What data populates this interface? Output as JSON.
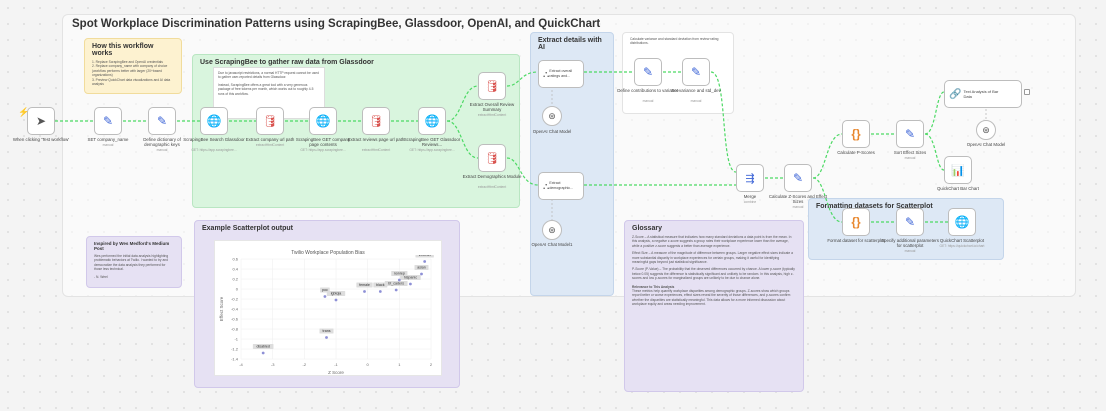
{
  "workflow_title": "Spot Workplace Discrimination Patterns using ScrapingBee, Glassdoor, OpenAI, and QuickChart",
  "colors": {
    "connection": "#4cd964",
    "node_border": "#bdbdbd",
    "trigger": "#ff6d5a"
  },
  "notes": {
    "how_title": "How this workflow works",
    "how_steps": [
      "1. Replace ScrapingBee and OpenAI credentials",
      "2. Replace company_name with company of choice (workflow performs better with larger (20+based organizations)",
      "3. Preview QuickChart data visualizations and AI data analysis"
    ],
    "scraping_title": "Use ScrapingBee to gather raw data from Glassdoor",
    "scraping_text1": "Due to javascript restrictions, a normal HTTP request cannot be used to gather user-reported details from Glassdoor.",
    "scraping_text2": "Instead, ScrapingBee offers a great tool with a very generous package of free tokens per month, which works out to roughly 4-5 runs of this workflow.",
    "extract_title": "Extract details with AI",
    "variance_text": "Calculate variance and standard deviation from review rating distributions.",
    "format_title": "Formatting datasets for Scatterplot",
    "scatter_title": "Example Scatterplot output",
    "inspired_title": "Inspired by Wes Medford's Medium Post",
    "inspired_text": "Wes performed the initial data analysis highlighting problematic behaviors at Twilio. I wanted to try and democratize the data analysis they performed for those less technical.",
    "inspired_sign": "- N. Weel",
    "glossary_title": "Glossary",
    "glossary_p1": "Z-Score – A statistical measure that indicates how many standard deviations a data point is from the mean. In this analysis, a negative z-score suggests a group rates their workplace experience lower than the average, while a positive z-score suggests a better than average experience.",
    "glossary_p2": "Effect Size – A measure of the magnitude of difference between groups. Larger negative effect sizes indicate a more substantial disparity in workplace experiences for certain groups, making it useful for identifying meaningful gaps beyond just statistical significance.",
    "glossary_p3": "P-Score (P-Value) – The probability that the observed differences occurred by chance. A lower p-score (typically below 0.05) suggests the difference is statistically significant and unlikely to be random. In this analysis, high z-scores and low p-scores for marginalized groups are unlikely to be due to chance alone.",
    "glossary_sub": "Relevance to This Analysis",
    "glossary_p4": "These metrics help quantify workplace disparities among demographic groups. Z-scores show which groups report better or worse experiences, effect sizes reveal the severity of those differences, and p-scores confirm whether the disparities are statistically meaningful. This data allows for a more informed discussion about workplace equity and areas needing improvement."
  },
  "nodes": {
    "trigger": {
      "label": "When clicking 'Test workflow'"
    },
    "set_company": {
      "label": "SET company_name",
      "sub": "manual"
    },
    "define_dict": {
      "label": "Define dictionary of demographic keys",
      "sub": "manual"
    },
    "sb_search": {
      "label": "ScrapingBee Search Glassdoor",
      "sub": "GET: https://app.scrapingbee..."
    },
    "extract_url": {
      "label": "Extract company url path",
      "sub": "extractHtmlContent"
    },
    "sb_company": {
      "label": "ScrapingBee GET company page contents",
      "sub": "GET: https://app.scrapingbee..."
    },
    "extract_reviews_path": {
      "label": "Extract reviews page url path",
      "sub": "extractHtmlContent"
    },
    "sb_reviews": {
      "label": "ScrapingBee GET Glassdoor Reviews...",
      "sub": "GET: https://app.scrapingbee..."
    },
    "extract_overall": {
      "label": "Extract Overall Review Summary",
      "sub": "extractHtmlContent"
    },
    "extract_demo": {
      "label": "Extract Demographics Module",
      "sub": "extractHtmlContent"
    },
    "ai_overall": {
      "label": "Extract overall ratings and..."
    },
    "ai_demo": {
      "label": "Extract demographic..."
    },
    "openai1": {
      "label": "OpenAI Chat Model"
    },
    "openai2": {
      "label": "OpenAI Chat Model1"
    },
    "define_contrib": {
      "label": "Define contributions to variance",
      "sub": "manual"
    },
    "set_variance": {
      "label": "Set variance and std_dev",
      "sub": "manual"
    },
    "merge": {
      "label": "Merge",
      "sub": "combine"
    },
    "calc_z": {
      "label": "Calculate Z-Scores and Effect Sizes",
      "sub": "manual"
    },
    "calc_p": {
      "label": "Calculate P-Scores"
    },
    "sort_effect": {
      "label": "Sort Effect Sizes",
      "sub": "manual"
    },
    "text_analysis": {
      "label": "Text Analysis of Bar Data"
    },
    "openai3": {
      "label": "OpenAI Chat Model"
    },
    "quickchart_bar": {
      "label": "QuickChart Bar Chart"
    },
    "format_scatter": {
      "label": "Format dataset for scatterplot"
    },
    "specify_params": {
      "label": "Specify additional parameters for scatterplot",
      "sub": "manual"
    },
    "quickchart_scatter": {
      "label": "QuickChart Scatterplot",
      "sub": "GET: https://quickchart.io/chart"
    }
  },
  "scatter": {
    "title": "Twilio Workplace Population Bias",
    "xlabel": "Z Score",
    "ylabel": "Effect Score",
    "xticks": [
      "-4",
      "-3",
      "-2",
      "-1",
      "0",
      "1",
      "2"
    ],
    "yticks": [
      "0.6",
      "0.4",
      "0.2",
      "0",
      "-0.2",
      "-0.4",
      "-0.6",
      "-0.8",
      "-1",
      "-1.2",
      "-1.4"
    ],
    "points": [
      {
        "x": -3.3,
        "y": -1.28,
        "label": "disabled"
      },
      {
        "x": -1.3,
        "y": -0.97,
        "label": "trans"
      },
      {
        "x": -1.35,
        "y": -0.15,
        "label": "poc"
      },
      {
        "x": -1.0,
        "y": -0.22,
        "label": "lgbtqia"
      },
      {
        "x": -0.1,
        "y": -0.05,
        "label": "female"
      },
      {
        "x": 0.4,
        "y": -0.05,
        "label": "black"
      },
      {
        "x": 0.9,
        "y": -0.02,
        "label": "bt_caders"
      },
      {
        "x": 1.35,
        "y": 0.1,
        "label": "hispanic"
      },
      {
        "x": 1.0,
        "y": 0.18,
        "label": "nonrep"
      },
      {
        "x": 1.7,
        "y": 0.3,
        "label": "asian"
      },
      {
        "x": 1.8,
        "y": 0.55,
        "label": "veteran"
      }
    ]
  }
}
